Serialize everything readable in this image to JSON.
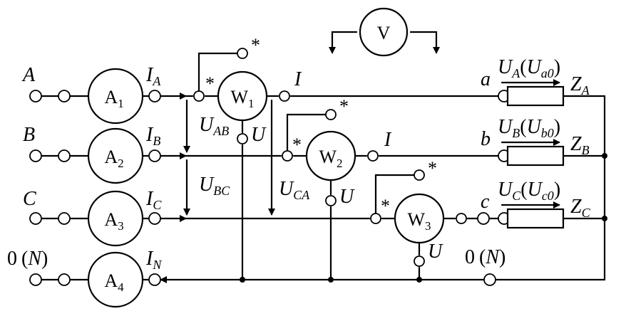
{
  "phases": {
    "a": "A",
    "b": "B",
    "c": "C",
    "n_zero": "0",
    "n_open": "(",
    "n_letter": "N",
    "n_close": ")"
  },
  "ammeters": [
    {
      "letter": "A",
      "sub": "1"
    },
    {
      "letter": "A",
      "sub": "2"
    },
    {
      "letter": "A",
      "sub": "3"
    },
    {
      "letter": "A",
      "sub": "4"
    }
  ],
  "wattmeters": [
    {
      "letter": "W",
      "sub": "1"
    },
    {
      "letter": "W",
      "sub": "2"
    },
    {
      "letter": "W",
      "sub": "3"
    }
  ],
  "voltmeter": "V",
  "currents": [
    {
      "letter": "I",
      "sub": "A"
    },
    {
      "letter": "I",
      "sub": "B"
    },
    {
      "letter": "I",
      "sub": "C"
    },
    {
      "letter": "I",
      "sub": "N"
    }
  ],
  "line_voltages": [
    {
      "letter": "U",
      "sub": "AB"
    },
    {
      "letter": "U",
      "sub": "BC"
    },
    {
      "letter": "U",
      "sub": "CA"
    }
  ],
  "coil_labels": {
    "current": "I",
    "voltage": "U",
    "star": "*"
  },
  "load_nodes": {
    "a": "a",
    "b": "b",
    "c": "c"
  },
  "phase_voltages": [
    {
      "letter": "U",
      "sub": "A",
      "paren_open": "(",
      "inner": "U",
      "inner_sub": "a0",
      "paren_close": ")"
    },
    {
      "letter": "U",
      "sub": "B",
      "paren_open": "(",
      "inner": "U",
      "inner_sub": "b0",
      "paren_close": ")"
    },
    {
      "letter": "U",
      "sub": "C",
      "paren_open": "(",
      "inner": "U",
      "inner_sub": "c0",
      "paren_close": ")"
    }
  ],
  "impedances": [
    {
      "letter": "Z",
      "sub": "A"
    },
    {
      "letter": "Z",
      "sub": "B"
    },
    {
      "letter": "Z",
      "sub": "C"
    }
  ]
}
